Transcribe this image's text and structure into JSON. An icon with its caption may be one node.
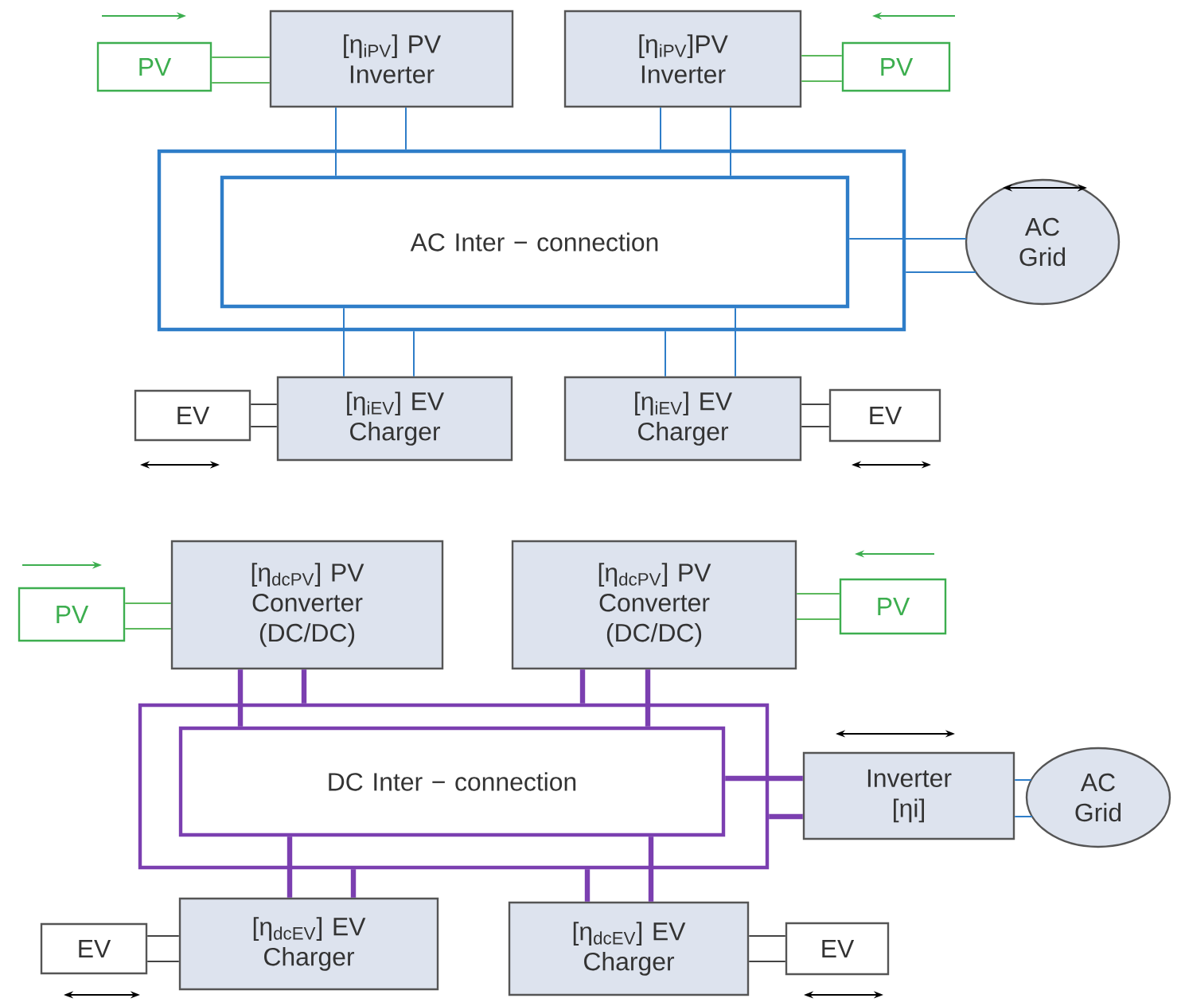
{
  "diagram": {
    "nodes": [
      {
        "text": [
          "PV"
        ]
      },
      {
        "text": [
          "[η$_{iPV}$] PV Inverter"
        ]
      },
      {
        "text": [
          "[η$_{iPV}$]PV Inverter"
        ]
      },
      {
        "text": [
          "PV"
        ]
      },
      {
        "text": [],
        "shape": "box"
      },
      {
        "text": [
          "AC Inter − connection"
        ],
        "in": 4
      },
      {
        "text": [
          "AC Grid"
        ]
      },
      {
        "text": [
          "EV"
        ]
      },
      {
        "text": [
          "[η$_{iEV}$] EV Charger"
        ]
      },
      {
        "text": [
          "[η$_{iEV}$] EV Charger"
        ]
      },
      {
        "text": [
          "EV"
        ]
      },
      {
        "text": [
          "PV"
        ]
      },
      {
        "text": [
          "[η$_{dcPV}$] PV Converter (DC/DC)"
        ]
      },
      {
        "text": [
          "[η$_{dcPV}$] PV Converter (DC/DC)"
        ]
      },
      {
        "text": [
          "PV"
        ]
      },
      {
        "text": [],
        "shape": "box"
      },
      {
        "text": [
          "DC Inter − connection"
        ],
        "in": 15
      },
      {
        "text": [
          "Inverter [ηi]"
        ]
      },
      {
        "text": [
          "AC Grid"
        ]
      },
      {
        "text": [
          "EV"
        ]
      },
      {
        "text": [
          "[η$_{dcEV}$] EV Charger"
        ]
      },
      {
        "text": [
          "[η$_{dcEV}$] EV Charger"
        ]
      },
      {
        "text": [
          "EV"
        ]
      }
    ],
    "edges": [
      {
        "from": 0,
        "to": 1,
        "arrow": "none",
        "color": "#5cb85c"
      },
      {
        "from": 0,
        "to": 1,
        "arrow": "none",
        "color": "#5cb85c"
      },
      {
        "from": 3,
        "to": 2,
        "arrow": "none",
        "color": "#5cb85c"
      },
      {
        "from": 3,
        "to": 2,
        "arrow": "none",
        "color": "#5cb85c"
      },
      {
        "from": 1,
        "to": 5,
        "arrow": "none",
        "color": "#2e7dc8"
      },
      {
        "from": 1,
        "to": 4,
        "arrow": "none",
        "color": "#2e7dc8"
      },
      {
        "from": 2,
        "to": 4,
        "arrow": "none",
        "color": "#2e7dc8"
      },
      {
        "from": 2,
        "to": 5,
        "arrow": "none",
        "color": "#2e7dc8"
      },
      {
        "from": 5,
        "to": 6,
        "arrow": "none",
        "color": "#2e7dc8"
      },
      {
        "from": 4,
        "to": 6,
        "arrow": "none",
        "color": "#2e7dc8"
      },
      {
        "from": 7,
        "to": 8,
        "arrow": "none",
        "color": "#444444"
      },
      {
        "from": 7,
        "to": 8,
        "arrow": "none",
        "color": "#444444"
      },
      {
        "from": 5,
        "to": 8,
        "arrow": "none",
        "color": "#2e7dc8"
      },
      {
        "from": 4,
        "to": 8,
        "arrow": "none",
        "color": "#2e7dc8"
      },
      {
        "from": 4,
        "to": 9,
        "arrow": "none",
        "color": "#2e7dc8"
      },
      {
        "from": 5,
        "to": 9,
        "arrow": "none",
        "color": "#2e7dc8"
      },
      {
        "from": 10,
        "to": 9,
        "arrow": "none",
        "color": "#444444"
      },
      {
        "from": 10,
        "to": 9,
        "arrow": "none",
        "color": "#444444"
      },
      {
        "from": 11,
        "to": 12,
        "arrow": "none",
        "color": "#5cb85c"
      },
      {
        "from": 11,
        "to": 12,
        "arrow": "none",
        "color": "#5cb85c"
      },
      {
        "from": 14,
        "to": 13,
        "arrow": "none",
        "color": "#5cb85c"
      },
      {
        "from": 14,
        "to": 13,
        "arrow": "none",
        "color": "#5cb85c"
      },
      {
        "from": 12,
        "to": 16,
        "arrow": "none",
        "style": "thick",
        "color": "#7b3fb0"
      },
      {
        "from": 12,
        "to": 15,
        "arrow": "none",
        "style": "thick",
        "color": "#7b3fb0"
      },
      {
        "from": 13,
        "to": 15,
        "arrow": "none",
        "style": "thick",
        "color": "#7b3fb0"
      },
      {
        "from": 13,
        "to": 16,
        "arrow": "none",
        "style": "thick",
        "color": "#7b3fb0"
      },
      {
        "from": 16,
        "to": 17,
        "arrow": "none",
        "style": "thick",
        "color": "#7b3fb0"
      },
      {
        "from": 15,
        "to": 17,
        "arrow": "none",
        "style": "thick",
        "color": "#7b3fb0"
      },
      {
        "from": 17,
        "to": 18,
        "arrow": "none",
        "color": "#2e7dc8"
      },
      {
        "from": 17,
        "to": 18,
        "arrow": "none",
        "color": "#2e7dc8"
      },
      {
        "from": 16,
        "to": 20,
        "arrow": "none",
        "style": "thick",
        "color": "#7b3fb0"
      },
      {
        "from": 15,
        "to": 20,
        "arrow": "none",
        "style": "thick",
        "color": "#7b3fb0"
      },
      {
        "from": 15,
        "to": 21,
        "arrow": "none",
        "style": "thick",
        "color": "#7b3fb0"
      },
      {
        "from": 16,
        "to": 21,
        "arrow": "none",
        "style": "thick",
        "color": "#7b3fb0"
      },
      {
        "from": 19,
        "to": 20,
        "arrow": "none",
        "color": "#444444"
      },
      {
        "from": 19,
        "to": 20,
        "arrow": "none",
        "color": "#444444"
      },
      {
        "from": 22,
        "to": 21,
        "arrow": "none",
        "color": "#444444"
      },
      {
        "from": 22,
        "to": 21,
        "arrow": "none",
        "color": "#444444"
      }
    ]
  }
}
